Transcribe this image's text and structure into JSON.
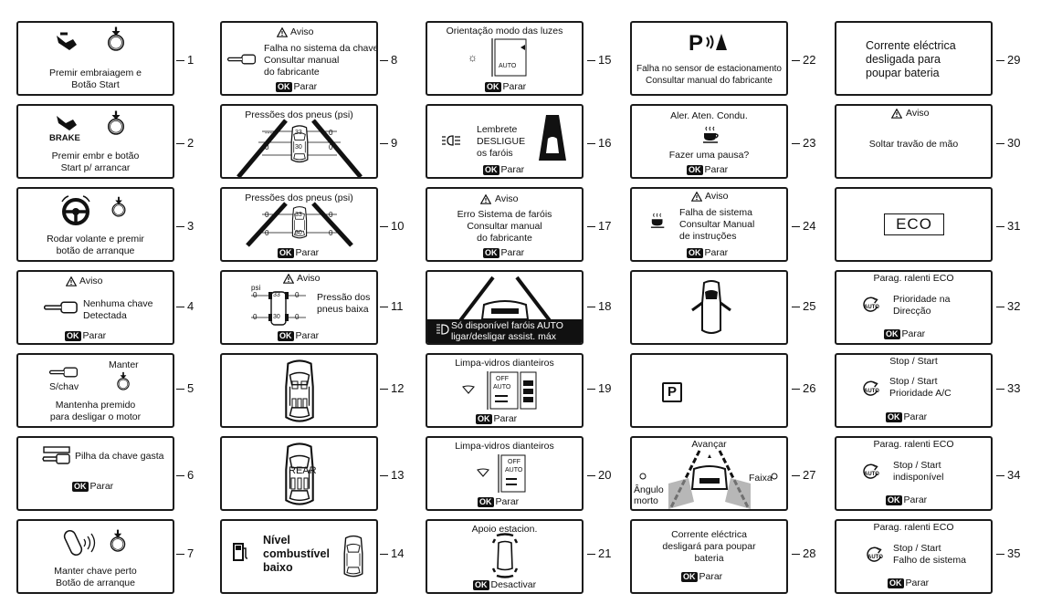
{
  "panels": {
    "p1": {
      "n": "1",
      "l1": "Premir embraiagem e",
      "l2": "Botão Start"
    },
    "p2": {
      "n": "2",
      "brake": "BRAKE",
      "l1": "Premir embr e botão",
      "l2": "Start p/ arrancar"
    },
    "p3": {
      "n": "3",
      "l1": "Rodar volante e premir",
      "l2": "botão de arranque"
    },
    "p4": {
      "n": "4",
      "aviso": "Aviso",
      "l1": "Nenhuma chave",
      "l2": "Detectada",
      "ok": "OK",
      "btn": "Parar"
    },
    "p5": {
      "n": "5",
      "manter": "Manter",
      "schav": "S/chav",
      "l1": "Mantenha premido",
      "l2": "para desligar o motor"
    },
    "p6": {
      "n": "6",
      "l1": "Pilha da chave gasta",
      "ok": "OK",
      "btn": "Parar"
    },
    "p7": {
      "n": "7",
      "l1": "Manter chave perto",
      "l2": "Botão de arranque"
    },
    "p8": {
      "n": "8",
      "aviso": "Aviso",
      "l1": "Falha no sistema da chave",
      "l2": "Consultar manual",
      "l3": "do fabricante",
      "ok": "OK",
      "btn": "Parar"
    },
    "p9": {
      "n": "9",
      "title": "Pressões dos pneus (psi)",
      "fl": "---",
      "fr": "0",
      "rl": "0",
      "rr": "0",
      "fc": "33",
      "rc": "30"
    },
    "p10": {
      "n": "10",
      "title": "Pressões dos pneus (psi)",
      "fl": "0",
      "fr": "0",
      "rl": "0",
      "rr": "0",
      "fc": "33",
      "rc": "30",
      "ok": "OK",
      "btn": "Parar"
    },
    "p11": {
      "n": "11",
      "aviso": "Aviso",
      "psi": "psi",
      "fl": "0",
      "fr": "0",
      "rl": "0",
      "rr": "0",
      "fc": "33",
      "rc": "30",
      "l1": "Pressão dos",
      "l2": "pneus baixa",
      "ok": "OK",
      "btn": "Parar"
    },
    "p12": {
      "n": "12"
    },
    "p13": {
      "n": "13",
      "rear": "REAR"
    },
    "p14": {
      "n": "14",
      "l1": "Nível",
      "l2": "combustível",
      "l3": "baixo"
    },
    "p15": {
      "n": "15",
      "title": "Orientação modo das luzes",
      "auto": "AUTO",
      "ok": "OK",
      "btn": "Parar"
    },
    "p16": {
      "n": "16",
      "l1": "Lembrete",
      "l2": "DESLIGUE",
      "l3": "os faróis",
      "ok": "OK",
      "btn": "Parar"
    },
    "p17": {
      "n": "17",
      "aviso": "Aviso",
      "l1": "Erro Sistema de faróis",
      "l2": "Consultar manual",
      "l3": "do fabricante",
      "ok": "OK",
      "btn": "Parar"
    },
    "p18": {
      "n": "18",
      "l1": "Só disponível faróis AUTO",
      "l2": "ligar/desligar assist. máx"
    },
    "p19": {
      "n": "19",
      "title": "Limpa-vidros dianteiros",
      "off": "OFF",
      "auto": "AUTO",
      "ok": "OK",
      "btn": "Parar"
    },
    "p20": {
      "n": "20",
      "title": "Limpa-vidros dianteiros",
      "off": "OFF",
      "auto": "AUTO",
      "ok": "OK",
      "btn": "Parar"
    },
    "p21": {
      "n": "21",
      "title": "Apoio estacion.",
      "ok": "OK",
      "btn": "Desactivar"
    },
    "p22": {
      "n": "22",
      "l1": "Falha no sensor de estacionamento",
      "l2": "Consultar manual do fabricante"
    },
    "p23": {
      "n": "23",
      "title": "Aler. Aten. Condu.",
      "l1": "Fazer uma pausa?",
      "ok": "OK",
      "btn": "Parar"
    },
    "p24": {
      "n": "24",
      "aviso": "Aviso",
      "l1": "Falha de sistema",
      "l2": "Consultar Manual",
      "l3": "de instruções",
      "ok": "OK",
      "btn": "Parar"
    },
    "p25": {
      "n": "25"
    },
    "p26": {
      "n": "26",
      "p": "P"
    },
    "p27": {
      "n": "27",
      "title": "Avançar",
      "faixa": "Faixa",
      "ang1": "Ângulo",
      "ang2": "morto"
    },
    "p28": {
      "n": "28",
      "l1": "Corrente eléctrica",
      "l2": "desligará para poupar",
      "l3": "bateria",
      "ok": "OK",
      "btn": "Parar"
    },
    "p29": {
      "n": "29",
      "l1": "Corrente eléctrica",
      "l2": "desligada para",
      "l3": "poupar bateria"
    },
    "p30": {
      "n": "30",
      "aviso": "Aviso",
      "l1": "Soltar travão de mão"
    },
    "p31": {
      "n": "31",
      "eco": "ECO"
    },
    "p32": {
      "n": "32",
      "title": "Parag. ralenti ECO",
      "l1": "Prioridade na",
      "l2": "Direcção",
      "ok": "OK",
      "btn": "Parar"
    },
    "p33": {
      "n": "33",
      "title": "Stop / Start",
      "l1": "Stop / Start",
      "l2": "Prioridade A/C",
      "ok": "OK",
      "btn": "Parar"
    },
    "p34": {
      "n": "34",
      "title": "Parag. ralenti ECO",
      "l1": "Stop / Start",
      "l2": "indisponível",
      "ok": "OK",
      "btn": "Parar"
    },
    "p35": {
      "n": "35",
      "title": "Parag. ralenti ECO",
      "l1": "Stop / Start",
      "l2": "Falho de sistema",
      "ok": "OK",
      "btn": "Parar"
    }
  },
  "icons": {
    "start_btn": {
      "a": "START",
      "b": "ENGINE",
      "c": "STOP"
    },
    "auto_label": "AUTO"
  }
}
